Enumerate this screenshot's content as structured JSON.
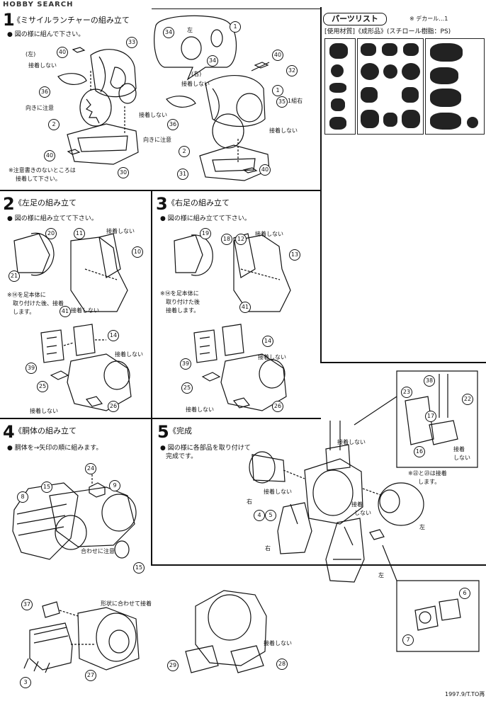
{
  "watermark": "HOBBY SEARCH",
  "steps": {
    "s1": {
      "num": "1",
      "title": "《ミサイルランチャーの組み立て",
      "note": "図の様に組んで下さい。",
      "label_left": "(左)",
      "label_right": "(右)",
      "left_top_label": "左",
      "no_glue": "接着しない",
      "orientation": "向きに注意",
      "footnote_line1": "※注意書きのないところは",
      "footnote_line2": "接着して下さい。",
      "set_right": "1組右"
    },
    "s2": {
      "num": "2",
      "title": "《左足の組み立て",
      "note": "図の様に組み立てて下さい。",
      "sub1": "※⑭を足本体に",
      "sub2": "取り付けた後、接着",
      "sub3": "します。",
      "no_glue": "接着しない"
    },
    "s3": {
      "num": "3",
      "title": "《右足の組み立て",
      "note": "図の様に組み立てて下さい。",
      "sub1": "※⑭を足本体に",
      "sub2": "取り付けた後",
      "sub3": "接着します。",
      "no_glue": "接着しない"
    },
    "s4": {
      "num": "4",
      "title": "《胴体の組み立て",
      "note": "胴体を→矢印の順に組みます。",
      "align": "合わせに注意",
      "shape_glue": "形状に合わせて接着",
      "no_glue": "接着しない"
    },
    "s5": {
      "num": "5",
      "title": "《完成",
      "note1": "図の様に各部品を取り付けて",
      "note2": "完成です。",
      "right": "右",
      "left": "左",
      "no_glue": "接着しない",
      "no_glue_a": "接着",
      "no_glue_b": "しない",
      "inset_glue_a": "接着",
      "inset_glue_b": "しない",
      "inset_note1": "※㉒と㉓は接着",
      "inset_note2": "します。"
    }
  },
  "parts_list": {
    "title": "パーツリスト",
    "decal": "※ デカール…1",
    "material": "[使用材質]《成形品》(スチロール樹脂：PS)"
  },
  "footer": "1997.9/T.TO再",
  "numbers": {
    "s1": [
      "40",
      "33",
      "36",
      "2",
      "40",
      "30",
      "34",
      "1",
      "34",
      "40",
      "32",
      "1",
      "35",
      "36",
      "2",
      "31",
      "40"
    ],
    "s2": [
      "20",
      "21",
      "11",
      "10",
      "41",
      "14",
      "39",
      "25",
      "26"
    ],
    "s3": [
      "19",
      "18",
      "12",
      "13",
      "41",
      "14",
      "39",
      "25",
      "26"
    ],
    "s4": [
      "24",
      "8",
      "15",
      "9",
      "15",
      "37",
      "3",
      "27"
    ],
    "s4b": [
      "29",
      "28"
    ],
    "s5": [
      "4",
      "5",
      "23",
      "38",
      "22",
      "17",
      "16",
      "6",
      "7"
    ]
  }
}
